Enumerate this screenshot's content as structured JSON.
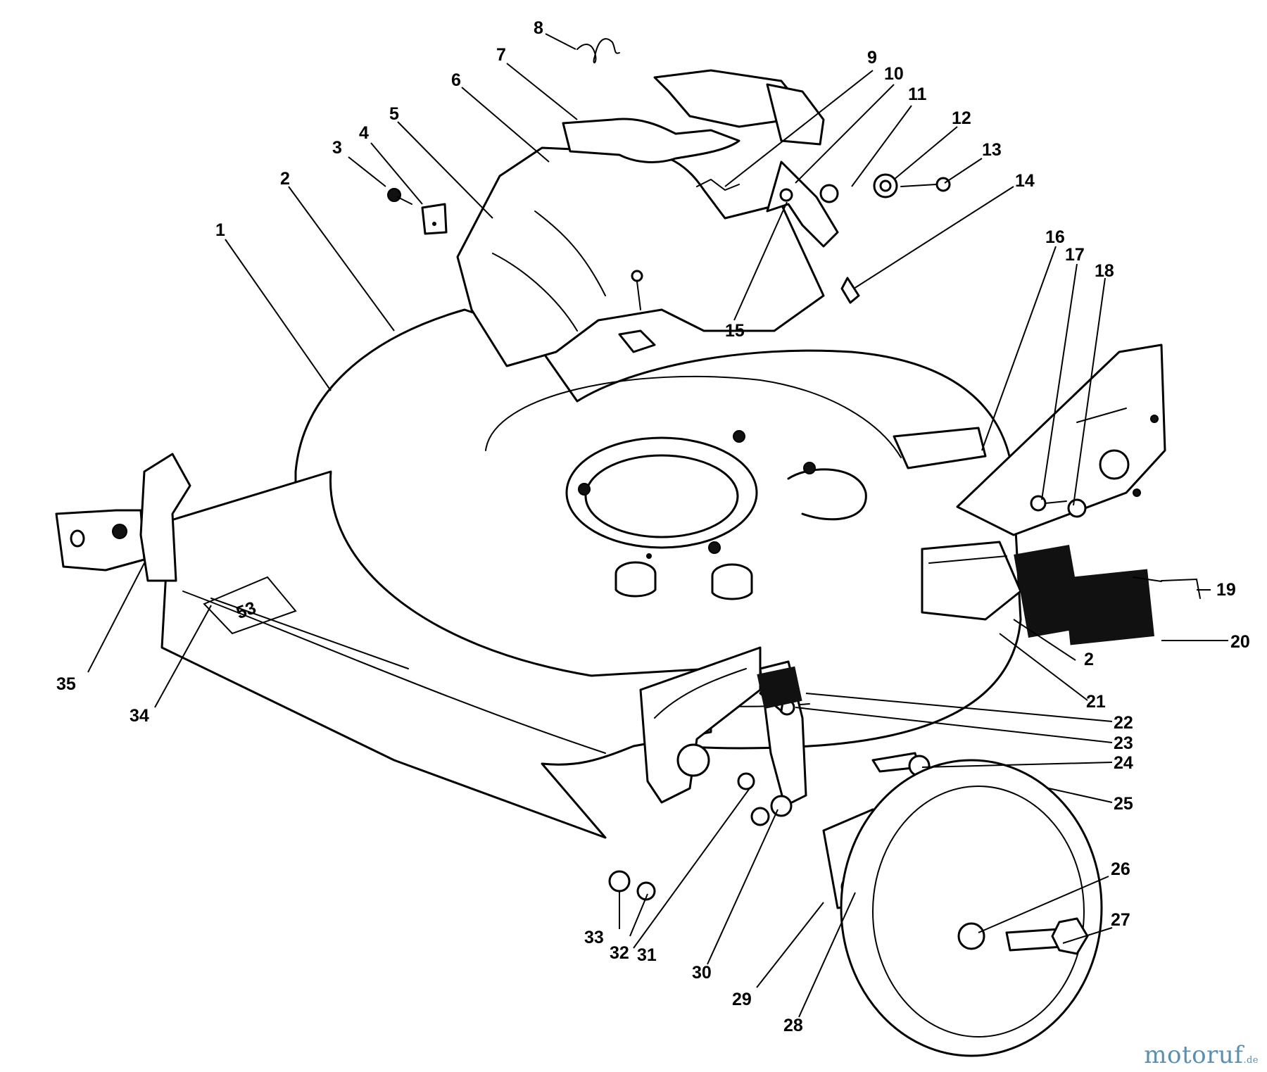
{
  "diagram": {
    "callouts": [
      "1",
      "2",
      "3",
      "4",
      "5",
      "6",
      "7",
      "8",
      "9",
      "10",
      "11",
      "12",
      "13",
      "14",
      "15",
      "16",
      "17",
      "18",
      "19",
      "20",
      "21",
      "22",
      "23",
      "24",
      "25",
      "26",
      "27",
      "28",
      "29",
      "30",
      "31",
      "32",
      "33",
      "34",
      "35"
    ],
    "callout_2_repeat": "2",
    "deck_badge": "53"
  },
  "watermark": {
    "main": "motoruf",
    "tld": ".de"
  },
  "colors": {
    "line": "#000000",
    "background": "#ffffff",
    "watermark": "#5a8fb0"
  }
}
